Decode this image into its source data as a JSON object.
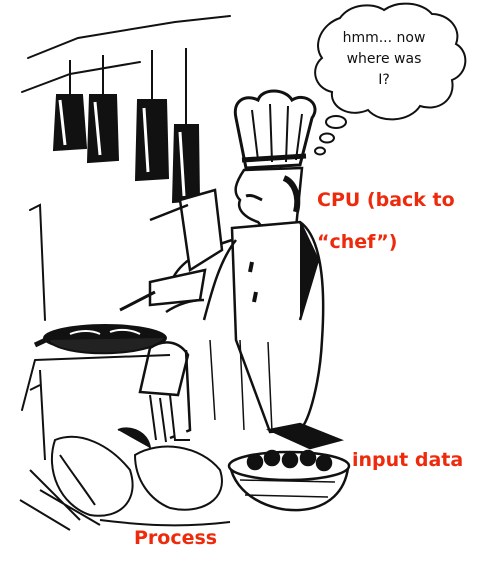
{
  "thought_bubble": {
    "lines": [
      "hmm... now",
      "where was",
      "I?"
    ]
  },
  "labels": {
    "cpu_line1": "CPU (back to",
    "cpu_line2": "“chef”)",
    "input_data": "input data",
    "process": "Process"
  },
  "colors": {
    "label": "#ee2a0c",
    "ink": "#111111",
    "background": "#ffffff"
  },
  "icons": {
    "illustration": "chef-cooking-illustration",
    "bubble": "thought-bubble-icon"
  }
}
